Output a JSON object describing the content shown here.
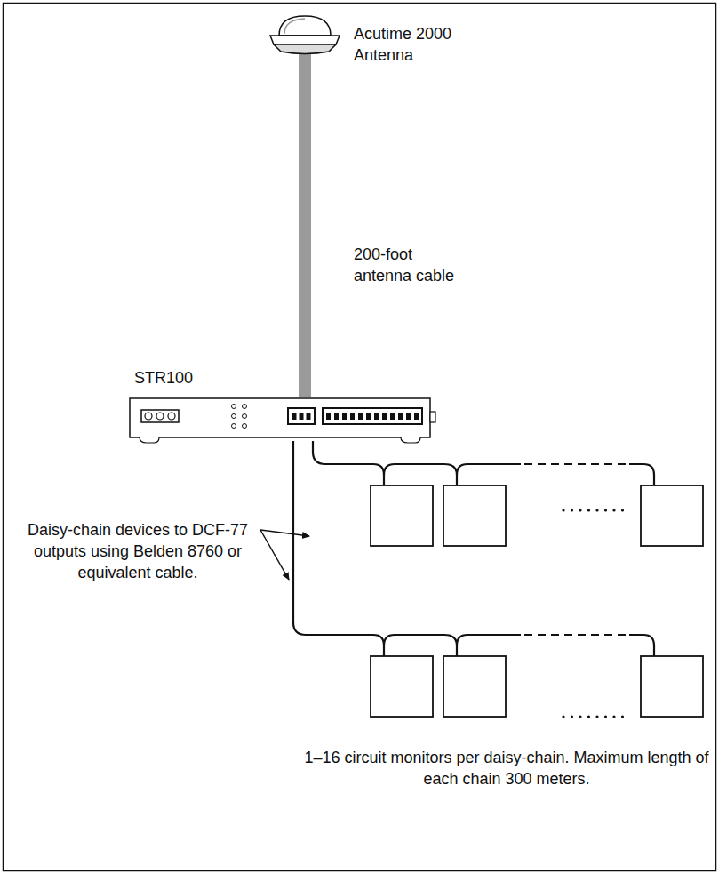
{
  "diagram": {
    "nodes": [
      {
        "text": [
          "Acutime 2000 Antenna"
        ]
      },
      {
        "text": [
          "STR100"
        ]
      }
    ],
    "edges": [
      {
        "from": 0,
        "to": 1,
        "arrow": "none",
        "label": "200-foot antenna cable"
      }
    ],
    "labels": [
      "Daisy-chain devices to DCF-77 outputs using Belden 8760 or equivalent cable.",
      "1–16 circuit monitors per daisy-chain. Maximum length of each chain 300 meters."
    ]
  }
}
